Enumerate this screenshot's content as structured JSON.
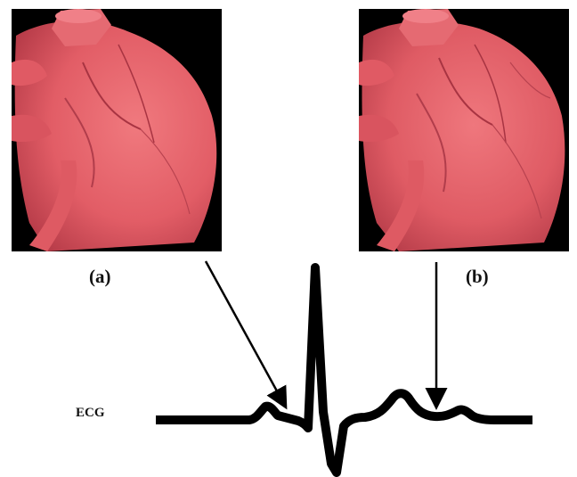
{
  "panels": {
    "a": {
      "label": "(a)"
    },
    "b": {
      "label": "(b)"
    }
  },
  "ecg": {
    "label": "ECG"
  },
  "colors": {
    "heart": "#e8626a",
    "heart_shadow": "#b8394a",
    "background": "#000000",
    "trace": "#000000"
  }
}
